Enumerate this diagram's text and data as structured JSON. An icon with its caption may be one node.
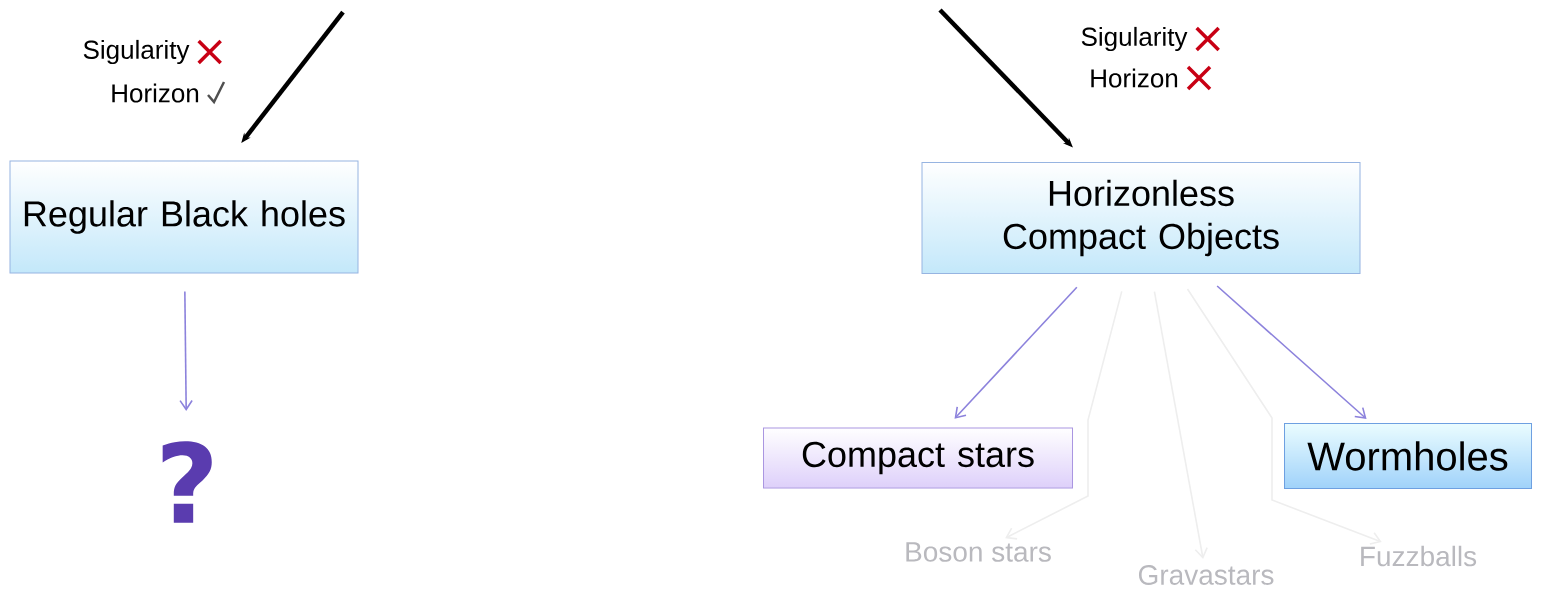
{
  "diagram": {
    "nodes": [
      {
        "text": [
          "Regular Black holes"
        ]
      },
      {
        "text": [
          "?"
        ]
      },
      {
        "text": [
          "Horizonless Compact Objects"
        ]
      },
      {
        "text": [
          "Compact stars"
        ]
      },
      {
        "text": [
          "Wormholes"
        ]
      },
      {
        "text": [
          "Boson stars"
        ]
      },
      {
        "text": [
          "Gravastars"
        ]
      },
      {
        "text": [
          "Fuzzballs"
        ]
      }
    ],
    "edges": [
      {
        "from": null,
        "to": 0,
        "arrow": "to",
        "style": "thick",
        "color": "#000000"
      },
      {
        "from": null,
        "to": 2,
        "arrow": "to",
        "style": "thick",
        "color": "#000000"
      },
      {
        "from": 0,
        "to": 1,
        "arrow": "to"
      },
      {
        "from": 2,
        "to": 3,
        "arrow": "to"
      },
      {
        "from": 2,
        "to": 4,
        "arrow": "to"
      },
      {
        "from": 2,
        "to": 5,
        "arrow": "to",
        "color": "#eeeeee"
      },
      {
        "from": 2,
        "to": 6,
        "arrow": "to",
        "color": "#eeeeee"
      },
      {
        "from": 2,
        "to": 7,
        "arrow": "to",
        "color": "#eeeeee"
      }
    ],
    "labels": [
      "Sigularity",
      "Horizon",
      "Sigularity",
      "Horizon"
    ]
  }
}
